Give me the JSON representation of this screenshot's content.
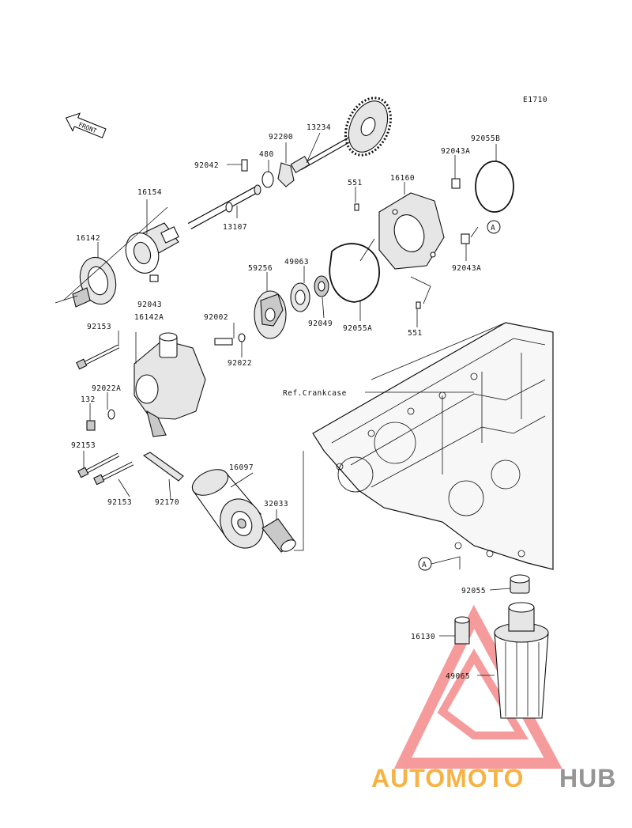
{
  "diagram": {
    "code": "E1710",
    "front_label": "FRONT",
    "ref_label": "Ref.Crankcase",
    "callout_letter": "A",
    "parts": [
      {
        "key": "p92042",
        "label": "92042"
      },
      {
        "key": "p480",
        "label": "480"
      },
      {
        "key": "p92200",
        "label": "92200"
      },
      {
        "key": "p13234",
        "label": "13234"
      },
      {
        "key": "p92055B",
        "label": "92055B"
      },
      {
        "key": "p92043A_top",
        "label": "92043A"
      },
      {
        "key": "p16154",
        "label": "16154"
      },
      {
        "key": "p551_top",
        "label": "551"
      },
      {
        "key": "p16160",
        "label": "16160"
      },
      {
        "key": "p16142",
        "label": "16142"
      },
      {
        "key": "p13107",
        "label": "13107"
      },
      {
        "key": "p92043A_right",
        "label": "92043A"
      },
      {
        "key": "p59256",
        "label": "59256"
      },
      {
        "key": "p49063",
        "label": "49063"
      },
      {
        "key": "p92043",
        "label": "92043"
      },
      {
        "key": "p16142A",
        "label": "16142A"
      },
      {
        "key": "p92002",
        "label": "92002"
      },
      {
        "key": "p92049",
        "label": "92049"
      },
      {
        "key": "p92055A",
        "label": "92055A"
      },
      {
        "key": "p551_bottom",
        "label": "551"
      },
      {
        "key": "p92153_a",
        "label": "92153"
      },
      {
        "key": "p92022",
        "label": "92022"
      },
      {
        "key": "p92022A",
        "label": "92022A"
      },
      {
        "key": "p132",
        "label": "132"
      },
      {
        "key": "p92153_b",
        "label": "92153"
      },
      {
        "key": "p16097",
        "label": "16097"
      },
      {
        "key": "p32033",
        "label": "32033"
      },
      {
        "key": "p92153_c",
        "label": "92153"
      },
      {
        "key": "p92170",
        "label": "92170"
      },
      {
        "key": "p92055",
        "label": "92055"
      },
      {
        "key": "p16130",
        "label": "16130"
      },
      {
        "key": "p49065",
        "label": "49065"
      }
    ]
  },
  "watermark": {
    "part1": "AUTOMOTO",
    "part2": "HUB",
    "color_red": "#f04a4a",
    "color_orange": "#f5a623",
    "color_gray": "#8a8a8a"
  }
}
